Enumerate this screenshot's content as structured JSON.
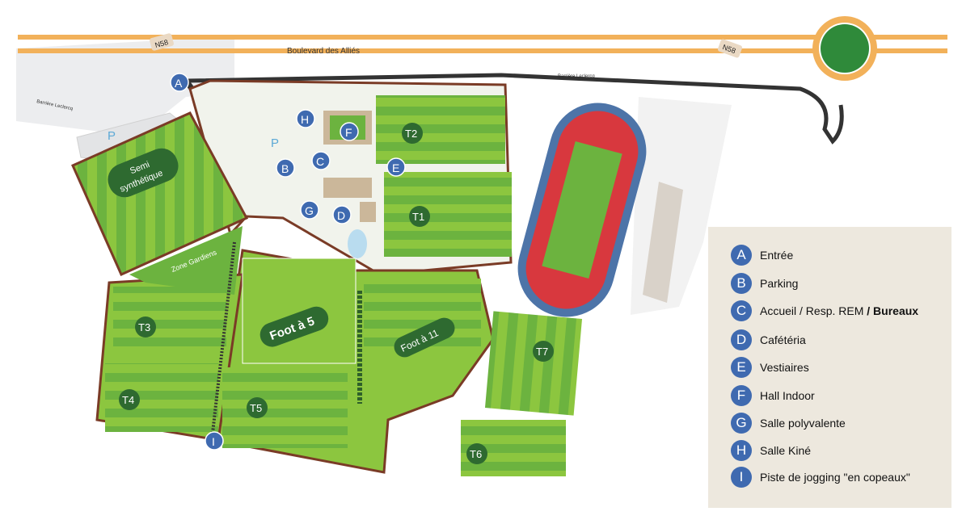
{
  "map": {
    "road_name": "Boulevard des Alliés",
    "road_shield_left": "N58",
    "road_shield_right": "N58",
    "barrier_left": "Barrière Leclercq",
    "barrier_top": "Barrière Leclercq",
    "parking_letter_1": "P",
    "parking_letter_2": "P",
    "zone_gardiens": "Zone Gardiens",
    "field_semi_line1": "Semi",
    "field_semi_line2": "synthétique",
    "field_foot5": "Foot à 5",
    "field_foot11": "Foot à 11",
    "fields": {
      "t1": "T1",
      "t2": "T2",
      "t3": "T3",
      "t4": "T4",
      "t5": "T5",
      "t6": "T6",
      "t7": "T7"
    },
    "markers": {
      "a": "A",
      "b": "B",
      "c": "C",
      "d": "D",
      "e": "E",
      "f": "F",
      "g": "G",
      "h": "H",
      "i": "I"
    },
    "colors": {
      "road": "#f2b15a",
      "field": "#5fae3a",
      "marker": "#3f6ab0",
      "boundary": "#7a3b26",
      "track": "#d8383e",
      "track_lanes": "#4d74a8"
    }
  },
  "legend": {
    "items": [
      {
        "letter": "A",
        "text": "Entrée"
      },
      {
        "letter": "B",
        "text": "Parking"
      },
      {
        "letter": "C",
        "text": "Accueil / Resp. REM",
        "extra": " / Bureaux"
      },
      {
        "letter": "D",
        "text": "Cafétéria"
      },
      {
        "letter": "E",
        "text": "Vestiaires"
      },
      {
        "letter": "F",
        "text": "Hall Indoor"
      },
      {
        "letter": "G",
        "text": "Salle polyvalente"
      },
      {
        "letter": "H",
        "text": "Salle Kiné"
      },
      {
        "letter": "I",
        "text": "Piste de jogging \"en copeaux\""
      }
    ]
  }
}
